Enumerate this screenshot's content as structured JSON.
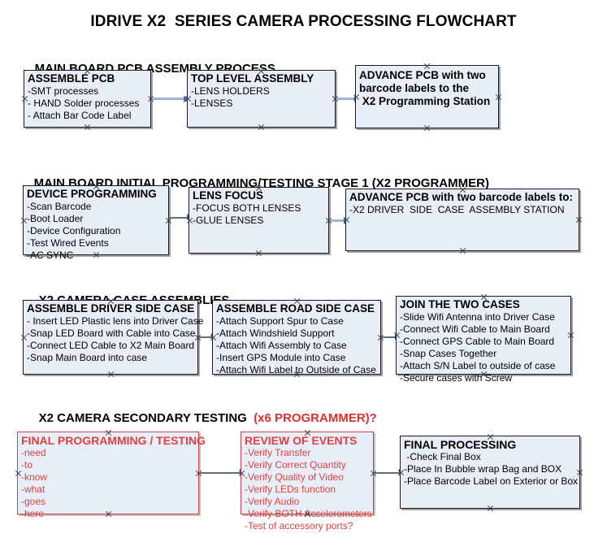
{
  "title": "IDRIVE X2  SERIES CAMERA PROCESSING FLOWCHART",
  "sections": [
    {
      "id": "main-board-pcb-assembly-process",
      "label": "MAIN BOARD PCB ASSEMBLY PROCESS",
      "red_label": ""
    },
    {
      "id": "main-board-initial-programming",
      "label": "MAIN BOARD INITIAL PROGRAMMING/TESTING STAGE 1 (X2 PROGRAMMER)",
      "red_label": ""
    },
    {
      "id": "x2-camera-case-assemblies",
      "label": "X2 CAMERA CASE ASSEMBLIES",
      "red_label": ""
    },
    {
      "id": "x2-camera-secondary-testing",
      "label": "X2 CAMERA SECONDARY TESTING ",
      "red_label": " (x6 PROGRAMMER)?"
    }
  ],
  "boxes": [
    {
      "id": "assemble-pcb",
      "header": "ASSEMBLE PCB",
      "items": [
        "-SMT processes",
        "- HAND Solder processes",
        "- Attach Bar Code Label"
      ]
    },
    {
      "id": "top-level-assembly",
      "header": "TOP LEVEL ASSEMBLY",
      "items": [
        "-LENS HOLDERS",
        "-LENSES"
      ]
    },
    {
      "id": "advance-pcb-to-x2-programming-station",
      "header": "ADVANCE PCB with two\nbarcode labels to the\n X2 Programming Station",
      "items": []
    },
    {
      "id": "device-programming",
      "header": "DEVICE PROGRAMMING",
      "items": [
        "-Scan Barcode",
        "-Boot Loader",
        "-Device Configuration",
        "-Test Wired Events",
        "-AC SYNC"
      ]
    },
    {
      "id": "lens-focus",
      "header": "LENS FOCUS",
      "items": [
        "-FOCUS BOTH LENSES",
        "-GLUE LENSES"
      ]
    },
    {
      "id": "advance-pcb-to-driver-side-case-assembly",
      "header": "ADVANCE PCB with two barcode labels to:",
      "items": [
        "-X2 DRIVER  SIDE  CASE  ASSEMBLY STATION"
      ]
    },
    {
      "id": "assemble-driver-side-case",
      "header": "ASSEMBLE DRIVER SIDE CASE",
      "items": [
        "- Insert LED Plastic lens into Driver Case",
        "-Snap LED Board with Cable into Case",
        "-Connect LED Cable to X2 Main Board",
        "-Snap Main Board into case"
      ]
    },
    {
      "id": "assemble-road-side-case",
      "header": "ASSEMBLE ROAD SIDE CASE",
      "items": [
        "-Attach Support Spur to Case",
        "-Attach Windshield Support",
        "-Attach Wifi Assembly to Case",
        "-Insert GPS Module into Case",
        "-Attach Wifi Label to Outside of Case"
      ]
    },
    {
      "id": "join-the-two-cases",
      "header": "JOIN THE TWO CASES",
      "items": [
        "-Slide Wifi Antenna into Driver Case",
        "-Connect Wifi Cable to Main Board",
        "-Connect GPS Cable to Main Board",
        "-Snap Cases Together",
        "-Attach S/N Label to outside of case",
        "-Secure cases with Screw"
      ]
    },
    {
      "id": "final-programming-testing",
      "header": "FINAL PROGRAMMING / TESTING",
      "items": [
        "-need",
        "-to",
        "-know",
        "-what",
        "-goes",
        "-here"
      ]
    },
    {
      "id": "review-of-events",
      "header": "REVIEW OF EVENTS",
      "items": [
        "-Verify Transfer",
        "-Verify Correct Quantity",
        "-Verify Quality of Video",
        "-Verify LEDs function",
        "-Verify Audio",
        "-Verify BOTH Accelerometers",
        "-Test of accessory ports?"
      ]
    },
    {
      "id": "final-processing",
      "header": "FINAL PROCESSING",
      "items": [
        " -Check Final Box",
        "-Place In Bubble wrap Bag and BOX",
        "-Place Barcode Label on Exterior or Box"
      ]
    }
  ],
  "colors": {
    "box_fill": "#e8eef7",
    "box_border": "#1a1a1a",
    "red_accent": "#e04040",
    "arrow": "#9cb4cd",
    "arrow_head": "#4a6fa8"
  }
}
